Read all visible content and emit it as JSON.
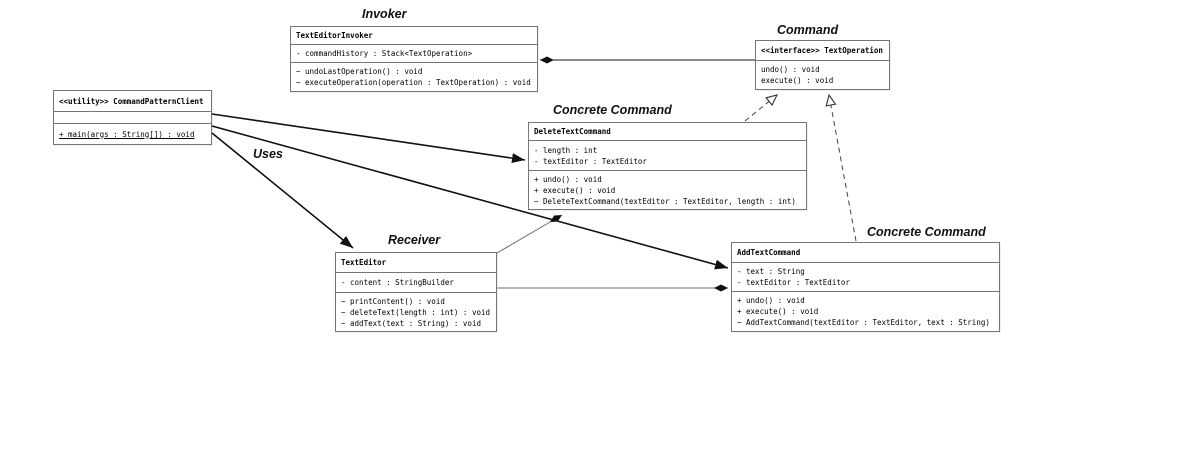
{
  "diagram": {
    "title": "Command Pattern UML class diagram",
    "labels": {
      "invoker": "Invoker",
      "command": "Command",
      "concrete_command_delete": "Concrete Command",
      "concrete_command_add": "Concrete Command",
      "receiver": "Receiver",
      "uses": "Uses"
    },
    "classes": [
      {
        "id": "client",
        "title": "<<utility>> CommandPatternClient",
        "attributes": [],
        "methods": [
          "+ main(args : String[]) : void"
        ],
        "static_methods": true
      },
      {
        "id": "invoker",
        "title": "TextEditorInvoker",
        "attributes": [
          "- commandHistory : Stack<TextOperation>"
        ],
        "methods": [
          "~ undoLastOperation() : void",
          "~ executeOperation(operation : TextOperation) : void"
        ]
      },
      {
        "id": "command-interface",
        "title": "<<interface>> TextOperation",
        "attributes": [],
        "methods": [
          "undo() : void",
          "execute() : void"
        ]
      },
      {
        "id": "delete-text-command",
        "title": "DeleteTextCommand",
        "attributes": [
          "- length : int",
          "- textEditor : TextEditor"
        ],
        "methods": [
          "+ undo() : void",
          "+ execute() : void",
          "~ DeleteTextCommand(textEditor : TextEditor, length : int)"
        ]
      },
      {
        "id": "text-editor",
        "title": "TextEditor",
        "attributes": [
          "- content : StringBuilder"
        ],
        "methods": [
          "~ printContent() : void",
          "~ deleteText(length : int) : void",
          "~ addText(text : String) : void"
        ]
      },
      {
        "id": "add-text-command",
        "title": "AddTextCommand",
        "attributes": [
          "- text : String",
          "- textEditor : TextEditor"
        ],
        "methods": [
          "+ undo() : void",
          "+ execute() : void",
          "~ AddTextCommand(textEditor : TextEditor, text : String)"
        ]
      }
    ],
    "relationships": [
      {
        "from": "TextEditorInvoker",
        "to": "TextOperation",
        "type": "aggregation"
      },
      {
        "from": "CommandPatternClient",
        "to": "DeleteTextCommand",
        "type": "directed-association"
      },
      {
        "from": "CommandPatternClient",
        "to": "AddTextCommand",
        "type": "directed-association"
      },
      {
        "from": "CommandPatternClient",
        "to": "TextEditor",
        "type": "directed-association",
        "label": "Uses"
      },
      {
        "from": "DeleteTextCommand",
        "to": "TextEditor",
        "type": "aggregation"
      },
      {
        "from": "AddTextCommand",
        "to": "TextEditor",
        "type": "aggregation"
      },
      {
        "from": "DeleteTextCommand",
        "to": "TextOperation",
        "type": "realization"
      },
      {
        "from": "AddTextCommand",
        "to": "TextOperation",
        "type": "realization"
      }
    ],
    "colors": {
      "background": "#ffffff",
      "box_border": "#767676",
      "line": "#111111",
      "association_line": "#6e6e6e",
      "text": "#000000"
    }
  }
}
